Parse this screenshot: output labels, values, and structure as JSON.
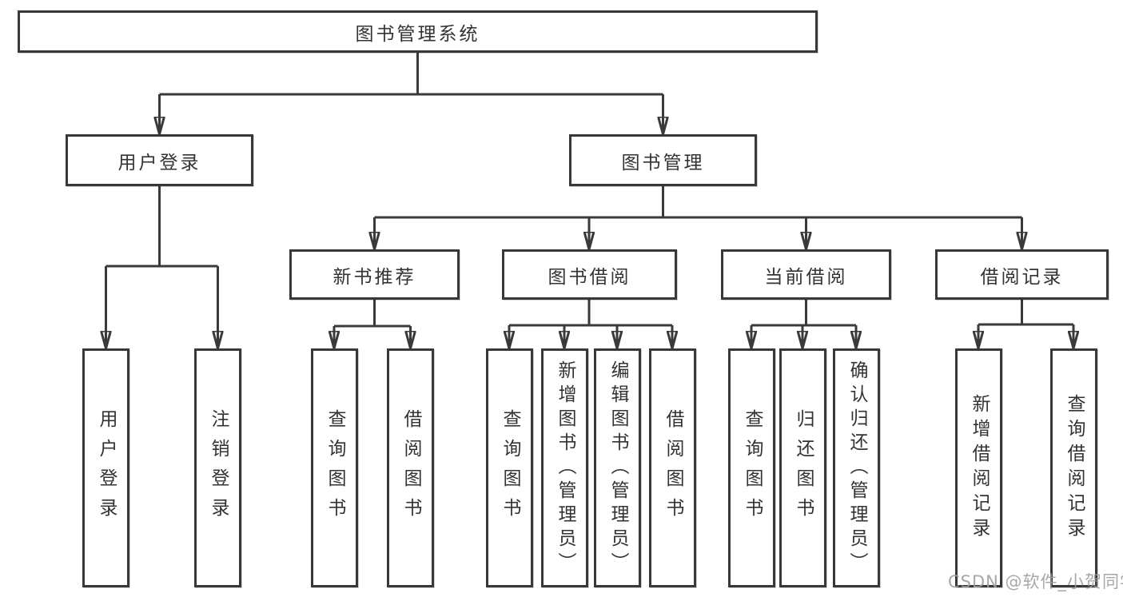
{
  "title": {
    "label": "图书管理系统"
  },
  "branches": [
    {
      "label": "用户登录"
    },
    {
      "label": "图书管理"
    }
  ],
  "modules": [
    {
      "label": "新书推荐"
    },
    {
      "label": "图书借阅"
    },
    {
      "label": "当前借阅"
    },
    {
      "label": "借阅记录"
    }
  ],
  "leaves": [
    {
      "label": "用户登录"
    },
    {
      "label": "注销登录"
    },
    {
      "label": "查询图书"
    },
    {
      "label": "借阅图书"
    },
    {
      "label": "查询图书"
    },
    {
      "label": "新增图书（管理员）"
    },
    {
      "label": "编辑图书（管理员）"
    },
    {
      "label": "借阅图书"
    },
    {
      "label": "查询图书"
    },
    {
      "label": "归还图书"
    },
    {
      "label": "确认归还（管理员）"
    },
    {
      "label": "新增借阅记录"
    },
    {
      "label": "查询借阅记录"
    }
  ],
  "watermark": {
    "text": "CSDN @软件_小贺同学"
  },
  "colors": {
    "line": "#3a3a3a",
    "border": "#383838",
    "text": "#333333",
    "watermark": "#9e9e9e",
    "background": "#ffffff"
  }
}
